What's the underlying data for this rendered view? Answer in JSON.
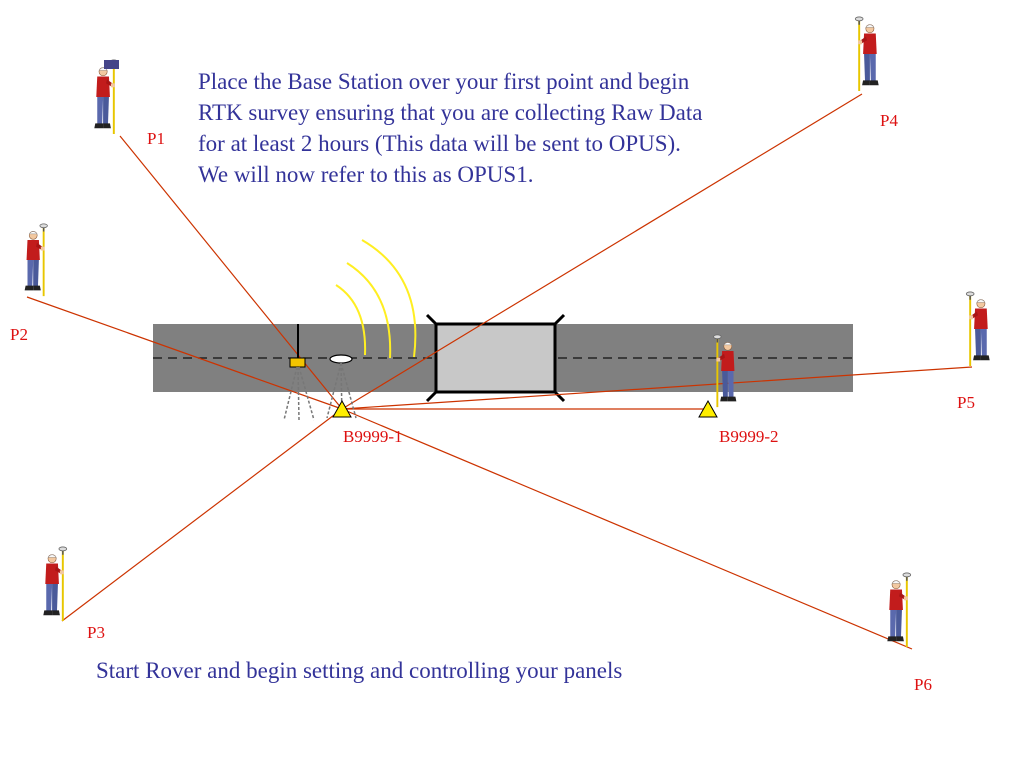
{
  "instructions": {
    "top_lines": [
      "Place the Base Station over your first point and begin",
      "RTK survey ensuring that you are collecting Raw Data",
      "for at least 2 hours (This data will be sent to OPUS).",
      "We will now refer to this as OPUS1."
    ],
    "bottom": "Start Rover and begin setting and controlling your panels"
  },
  "points": {
    "p1": "P1",
    "p2": "P2",
    "p3": "P3",
    "p4": "P4",
    "p5": "P5",
    "p6": "P6"
  },
  "benchmarks": {
    "b1": "B9999-1",
    "b2": "B9999-2"
  },
  "colors": {
    "instruction_text": "#333399",
    "point_label": "#dd1111",
    "survey_line": "#cc3300",
    "road": "#808080",
    "panel": "#c8c8c8",
    "signal": "#ffee22",
    "marker": "#ffee00"
  }
}
